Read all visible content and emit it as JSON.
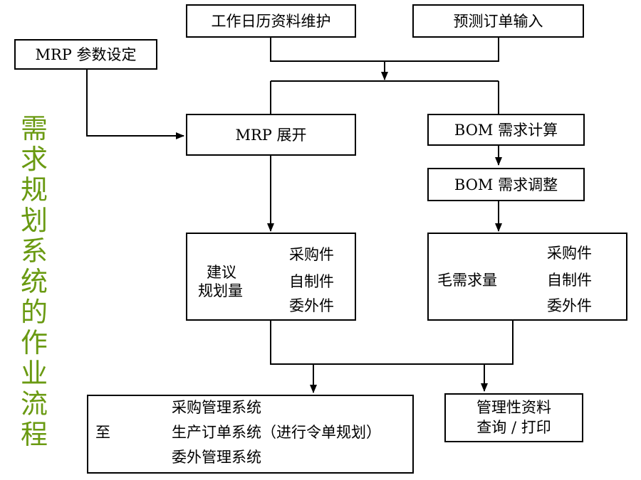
{
  "title": "需求规划系统的作业流程",
  "boxes": {
    "calendar": "工作日历资料维护",
    "forecast": "预测订单输入",
    "mrp_params": "MRP 参数设定",
    "mrp_expand": "MRP 展开",
    "bom_calc": "BOM 需求计算",
    "bom_adjust": "BOM 需求调整",
    "suggest": {
      "line1": "建议",
      "line2": "规划量",
      "items": [
        "采购件",
        "自制件",
        "委外件"
      ]
    },
    "gross": {
      "label": "毛需求量",
      "items": [
        "采购件",
        "自制件",
        "委外件"
      ]
    },
    "to_systems": {
      "label": "至",
      "items": [
        "采购管理系统",
        "生产订单系统（进行令单规划）",
        "委外管理系统"
      ]
    },
    "query": {
      "line1": "管理性资料",
      "line2": "查询 / 打印"
    }
  }
}
